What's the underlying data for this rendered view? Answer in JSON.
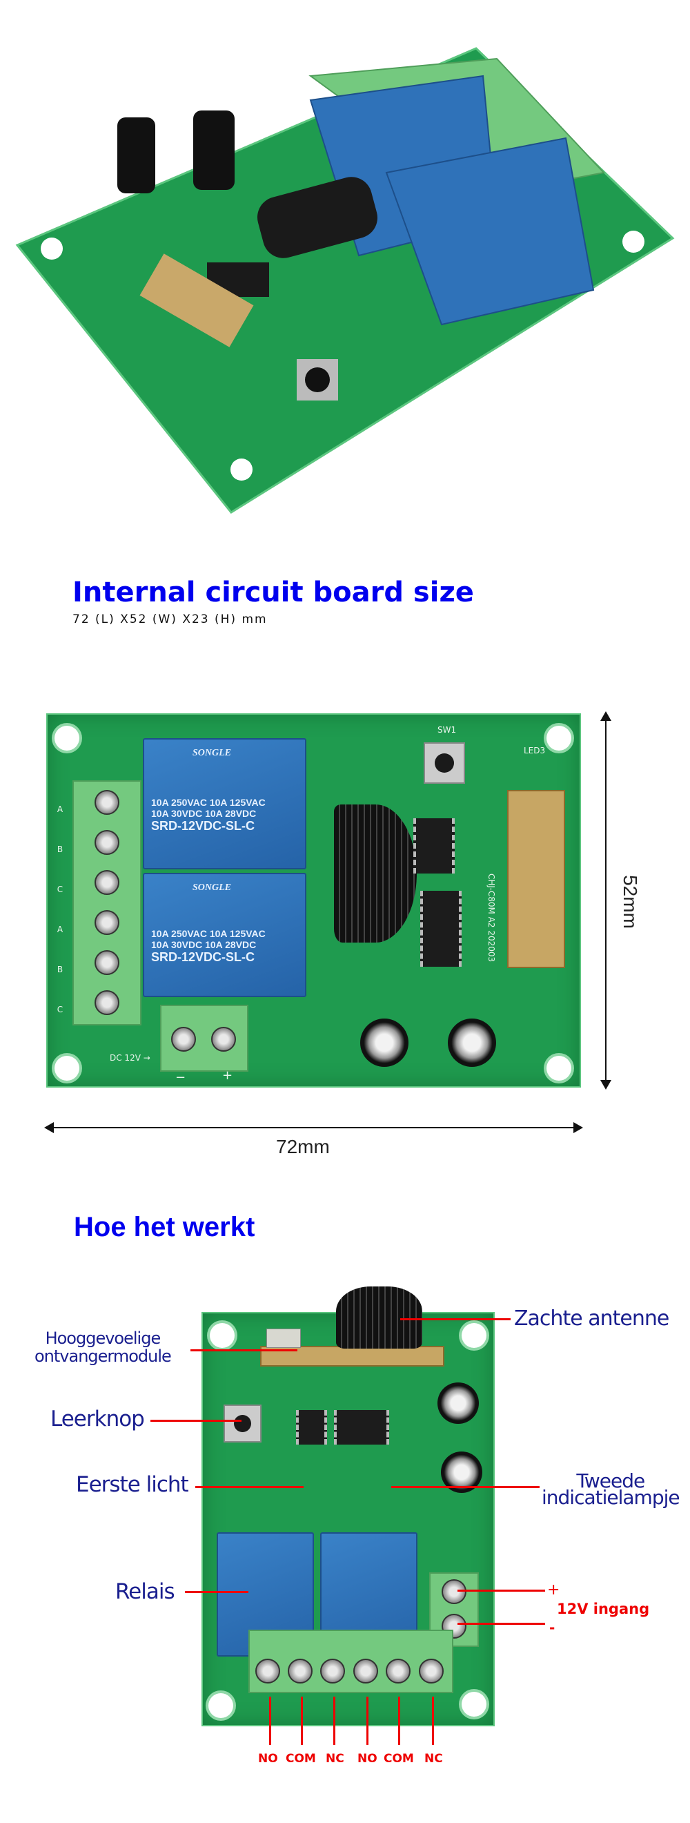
{
  "section1": {
    "title": "Internal circuit board size",
    "dimensions": "72 (L) X52 (W) X23 (H) mm"
  },
  "section2": {
    "width_label": "72mm",
    "height_label": "52mm",
    "relay": {
      "brand": "SONGLE",
      "rating1": "10A 250VAC  10A 125VAC",
      "rating2": "10A 30VDC  10A 28VDC",
      "model": "SRD-12VDC-SL-C"
    },
    "terminal_marks": [
      "A",
      "B",
      "C",
      "A",
      "B",
      "C"
    ],
    "dc_label": "DC 12V →",
    "polarity": [
      "−",
      "+"
    ],
    "silk": {
      "led": "LED3",
      "sw": "SW1",
      "board_id": "CHJ-C80M A2 202003"
    }
  },
  "section3": {
    "title": "Hoe het werkt",
    "labels": {
      "antenna": "Zachte antenne",
      "receiver_line1": "Hooggevoelige",
      "receiver_line2": "ontvangermodule",
      "learn_button": "Leerknop",
      "first_light": "Eerste licht",
      "second_light_line1": "Tweede",
      "second_light_line2": "indicatielampje",
      "relays": "Relais",
      "plus": "+",
      "power_input": "12V ingang",
      "minus": "-"
    },
    "terminals": [
      "NO",
      "COM",
      "NC",
      "NO",
      "COM",
      "NC"
    ]
  }
}
